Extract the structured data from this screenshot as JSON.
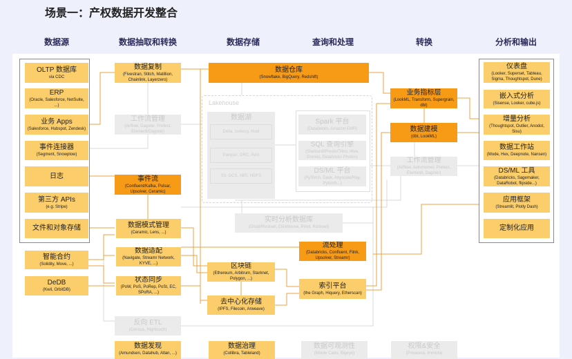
{
  "title": "场景一：产权数据开发整合",
  "columns": [
    "数据源",
    "数据抽取和转换",
    "数据存储",
    "查询和处理",
    "转换",
    "分析和输出"
  ],
  "sources": [
    {
      "t": "OLTP 数据库",
      "s": "via CDC"
    },
    {
      "t": "ERP",
      "s": "(Oracle, Salesforce, NetSuite, ...)"
    },
    {
      "t": "业务 Apps",
      "s": "(Salesforce, Hubspot, Zendesk)"
    },
    {
      "t": "事件连接器",
      "s": "(Segment, Snowplow)"
    },
    {
      "t": "日志",
      "s": ""
    },
    {
      "t": "第三方 APIs",
      "s": "(e.g. Stripe)"
    },
    {
      "t": "文件和对象存储",
      "s": ""
    }
  ],
  "web3_sources": [
    {
      "t": "智能合约",
      "s": "(Solidity, Move, ...)"
    },
    {
      "t": "DeDB",
      "s": "(Kwil, OrbitDB)"
    }
  ],
  "extract": {
    "replication": {
      "t": "数据复制",
      "s": "(Fivestran, Stitch, Matillion, Chainlink, Layerzero)"
    },
    "workflow": {
      "t": "工作流管理",
      "s": "(Airflow, Dagster, Prefect, Elementl/Dagster)"
    },
    "event_stream": {
      "t": "事件流",
      "s": "(Confluent/Kafka, Pulsar, Upsolver, Ceramic)"
    },
    "schema": {
      "t": "数据模式管理",
      "s": "(Ceramic, Lens, ...)"
    },
    "adapter": {
      "t": "数据适配",
      "s": "(Navigate, Streamr Network, KYVE, ...)"
    },
    "state_sync": {
      "t": "状态同步",
      "s": "(PoW, PoS, PoRep, PoSt, EC, SPoRA, ...)"
    },
    "reverse_etl": {
      "t": "反向 ETL",
      "s": "(Census, Hightouch)"
    },
    "discovery": {
      "t": "数据发现",
      "s": "(Amundsen, Datahub, Atlan, ...)"
    }
  },
  "storage": {
    "warehouse": {
      "t": "数据仓库",
      "s": "(Snowflake, BigQuery, Redshift)"
    },
    "lakehouse_label": "Lakehouse",
    "lake": {
      "t": "数据湖",
      "items": [
        "Delta, Iceberg, Hudi",
        "Parquet, ORC, Avro",
        "S3, GCS, ABS, HDFS"
      ]
    },
    "blockchain": {
      "t": "区块链",
      "s": "(Ethereum, Arbitrum, Starknet, Polygon, ...)"
    },
    "decentral": {
      "t": "去中心化存储",
      "s": "(IPFS, Filecoin, Arweave)"
    },
    "governance": {
      "t": "数据治理",
      "s": "(Collibra, Tableland)"
    }
  },
  "query": {
    "spark": {
      "t": "Spark 平台",
      "s": "(Databricks, Amazon EMR)"
    },
    "sql": {
      "t": "SQL 查询引擎",
      "s": "(Starburst/Presto/Trino, Hive, Dremio, Databricks Photon)"
    },
    "dsml": {
      "t": "DS/ML 平台",
      "s": "(PyTorch, Dask, Anyscale/Ray, Pytorch...)"
    },
    "realtime": {
      "t": "实时分析数据库",
      "s": "(Druid/Rockset, Clickhouse, Pinot, Rockset)"
    },
    "stream": {
      "t": "流处理",
      "s": "(Databricks, Confluent, Flink, Upsolver, Streamr)"
    },
    "index": {
      "t": "索引平台",
      "s": "(the Graph, Hiquery, Etherscan)"
    },
    "observability": {
      "t": "数据可观测性",
      "s": "(Monte Carlo, Bigeye)"
    }
  },
  "transform": {
    "metrics": {
      "t": "业务指标层",
      "s": "(LookML, Transform, Supergrain, dbt)"
    },
    "modeling": {
      "t": "数据建模",
      "s": "(dbt, LookML)"
    },
    "workflow": {
      "t": "工作流管理",
      "s": "(Airflow, Astronomer, Prefect, Elementl, Dagster)"
    },
    "security": {
      "t": "权限&安全",
      "s": "(Privacera, Immuta)"
    }
  },
  "outputs": [
    {
      "t": "仪表盘",
      "s": "(Looker, Superset, Tableau, Sigma, Thoughtspot, Dune)"
    },
    {
      "t": "嵌入式分析",
      "s": "(Sisense, Looker, cube.js)"
    },
    {
      "t": "增量分析",
      "s": "(Thoughtspot, Outlier, Anodot, Sisu)"
    },
    {
      "t": "数据工作站",
      "s": "(Mode, Hex, Deepnote, Nansen)"
    },
    {
      "t": "DS/ML 工具",
      "s": "(Databricks, Sagemaker, DataRobot, flipside...)"
    },
    {
      "t": "应用框架",
      "s": "(Streamlit, Plotly Dash)"
    },
    {
      "t": "定制化应用",
      "s": ""
    }
  ],
  "colors": {
    "box": "#fbcd6b",
    "highlight": "#f79a16",
    "inactive": "#ebebeb",
    "line": "#e8a33c"
  }
}
